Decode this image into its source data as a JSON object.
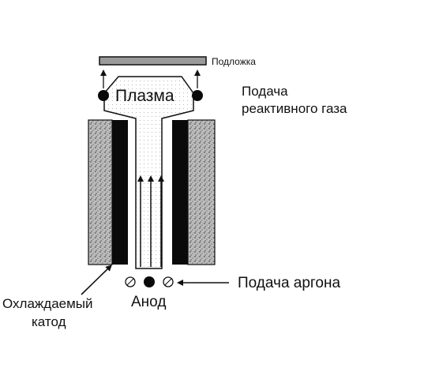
{
  "labels": {
    "substrate": "Подложка",
    "plasma": "Плазма",
    "reactive_gas_line1": "Подача",
    "reactive_gas_line2": "реактивного газа",
    "argon_feed": "Подача аргона",
    "anode": "Анод",
    "cathode_line1": "Охлаждаемый",
    "cathode_line2": "катод"
  },
  "colors": {
    "ink": "#111111",
    "substrate_fill": "#9a9a9a",
    "cathode_dark": "#0a0a0a",
    "cathode_speckle": "#bdbdbd",
    "plasma_dots": "#cfcfcf"
  }
}
